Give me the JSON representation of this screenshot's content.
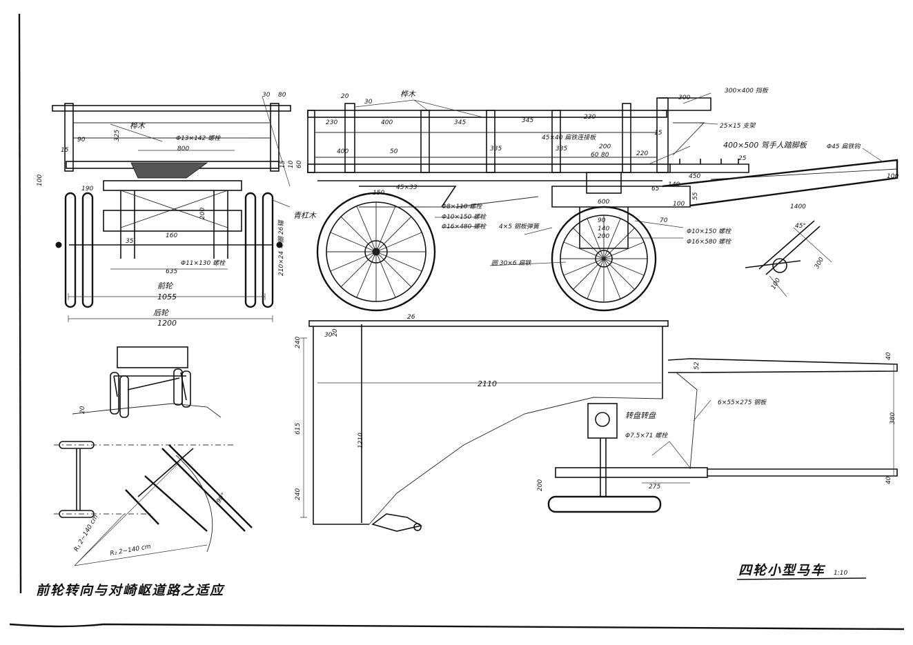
{
  "drawing": {
    "title": "四轮小型马车",
    "scale": "1:10",
    "caption": "前轮转向与对崎岖道路之适应"
  },
  "front_view": {
    "labels": {
      "wood_strip_a": "桦木",
      "bolt": "Φ13×142 螺栓",
      "axle_bolt": "Φ11×130 螺栓",
      "pillar": "青杠木",
      "front_wheel": "前轮",
      "rear_wheel": "后轮",
      "wheel_size": "210×24 车圈 26辐"
    },
    "dims": {
      "d80": "80",
      "d30": "30",
      "d90": "90",
      "d15": "15",
      "d325": "325",
      "d800": "800",
      "d100": "100",
      "d190": "190",
      "d35": "35",
      "d160": "160",
      "d635": "635",
      "d1055": "1055",
      "d1200": "1200",
      "d200": "200",
      "d15b": "15",
      "d10": "10",
      "d60": "60"
    }
  },
  "side_view": {
    "labels": {
      "wood_strip_b": "桦木",
      "side_board": "300×400 挡板",
      "bracket": "25×15 支架",
      "footrest": "400×500 驾手人踏脚板",
      "flat_steel": "45×40 扁铁连接板",
      "shaft_pin": "Φ45 扁铁钩",
      "bolt_110": "Φ8×110 螺栓",
      "bolt_150": "Φ10×150 螺栓",
      "bolt_480": "Φ16×480 螺栓",
      "bolt_150b": "Φ10×150 螺栓",
      "bolt_580": "Φ16×580 螺栓",
      "spring": "4×5 钢板弹簧",
      "band": "圆 30×6 扁铁"
    },
    "dims": {
      "d20": "20",
      "d30": "30",
      "d230": "230",
      "d400": "400",
      "d345": "345",
      "d345b": "345",
      "d230b": "230",
      "d300": "300",
      "d50": "50",
      "d400b": "400",
      "d335": "335",
      "d335b": "335",
      "d200": "200",
      "d60": "60",
      "d80": "80",
      "d220": "220",
      "d15": "15",
      "d25": "25",
      "d45x33": "45×33",
      "d150": "150",
      "d65": "65",
      "d140": "140",
      "d600": "600",
      "d90": "90",
      "d140b": "140",
      "d200b": "200",
      "d70": "70",
      "d100": "100",
      "d1400": "1400",
      "d450": "450",
      "d55": "55",
      "d45deg": "45°",
      "d300b": "300",
      "d100b": "100",
      "d100c": "100"
    }
  },
  "plan_view": {
    "labels": {
      "turntable": "转盘转盘",
      "bolt_75": "Φ7.5×71 螺栓",
      "steel_plate": "6×55×275 钢板"
    },
    "dims": {
      "d2110": "2110",
      "d1210": "1210",
      "d240": "240",
      "d30": "30",
      "d26": "26",
      "d615": "615",
      "d20": "20",
      "d240b": "240",
      "d275": "275",
      "d200": "200",
      "d40": "40",
      "d52": "52",
      "d380": "380",
      "d40b": "40"
    }
  },
  "turning_view": {
    "labels": {
      "radius": "R₁ 2~140 cm",
      "radius2": "R₂ 2~140 cm",
      "angle": "90°",
      "d20": "20"
    }
  }
}
